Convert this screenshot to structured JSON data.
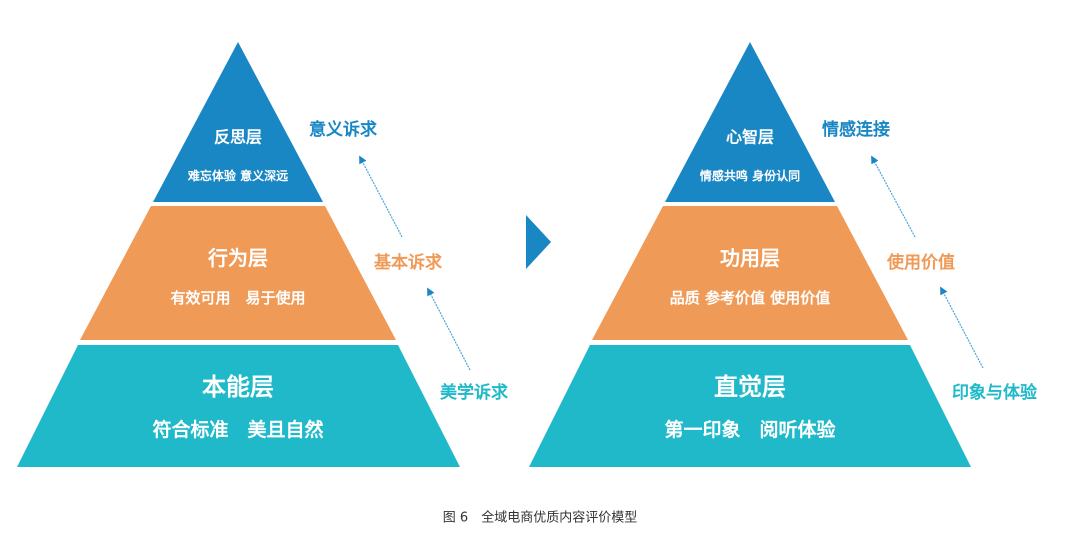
{
  "colors": {
    "top": "#1a87c5",
    "middle": "#f09a57",
    "bottom": "#20b9c9",
    "arrow": "#1a87c5",
    "arrow_line": "#4aa6d6",
    "transition_arrow": "#1a87c5"
  },
  "pyramids": [
    {
      "tiers": [
        {
          "level": "top",
          "title": "反思层",
          "subtitle": "难忘体验 意义深远"
        },
        {
          "level": "middle",
          "title": "行为层",
          "subtitle": "有效可用　易于使用"
        },
        {
          "level": "bottom",
          "title": "本能层",
          "subtitle": "符合标准　美且自然"
        }
      ],
      "side_labels": [
        {
          "level": "top",
          "text": "意义诉求"
        },
        {
          "level": "middle",
          "text": "基本诉求"
        },
        {
          "level": "bottom",
          "text": "美学诉求"
        }
      ]
    },
    {
      "tiers": [
        {
          "level": "top",
          "title": "心智层",
          "subtitle": "情感共鸣 身份认同"
        },
        {
          "level": "middle",
          "title": "功用层",
          "subtitle": "品质  参考价值  使用价值"
        },
        {
          "level": "bottom",
          "title": "直觉层",
          "subtitle": "第一印象　阅听体验"
        }
      ],
      "side_labels": [
        {
          "level": "top",
          "text": "情感连接"
        },
        {
          "level": "middle",
          "text": "使用价值"
        },
        {
          "level": "bottom",
          "text": "印象与体验"
        }
      ]
    }
  ],
  "caption": "图 6　全域电商优质内容评价模型"
}
